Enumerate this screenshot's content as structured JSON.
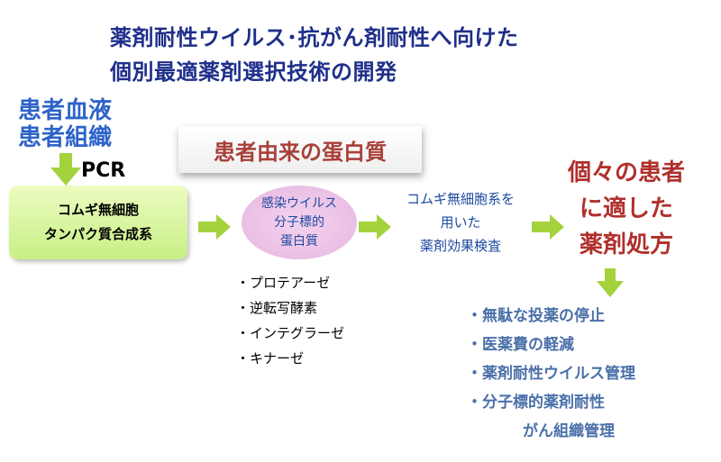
{
  "title": {
    "line1": "薬剤耐性ウイルス･抗がん剤耐性へ向けた",
    "line2": "個別最適薬剤選択技術の開発"
  },
  "source": {
    "line1": "患者血液",
    "line2": "患者組織",
    "pcr": "PCR"
  },
  "wheat_germ_box": {
    "line1": "コムギ無細胞",
    "line2": "タンパク質合成系"
  },
  "banner": "患者由来の蛋白質",
  "protein_ellipse": {
    "line1": "感染ウイルス",
    "line2": "分子標的",
    "line3": "蛋白質"
  },
  "protein_examples": [
    "・プロテアーゼ",
    "・逆転写酵素",
    "・インテグラーゼ",
    "・キナーゼ"
  ],
  "assay": {
    "line1": "コムギ無細胞系を",
    "line2": "用いた",
    "line3": "薬剤効果検査"
  },
  "prescription": {
    "line1": "個々の患者",
    "line2": "に適した",
    "line3": "薬剤処方"
  },
  "benefits": {
    "item1": "・無駄な投薬の停止",
    "item2": "・医薬費の軽減",
    "item3": "・薬剤耐性ウイルス管理",
    "item4a": "・分子標的薬剤耐性",
    "item4b": "がん組織管理"
  },
  "colors": {
    "arrow": "#a4d23c",
    "title": "#1f2f8a",
    "source": "#2e63c8",
    "prescription": "#b0302c"
  }
}
